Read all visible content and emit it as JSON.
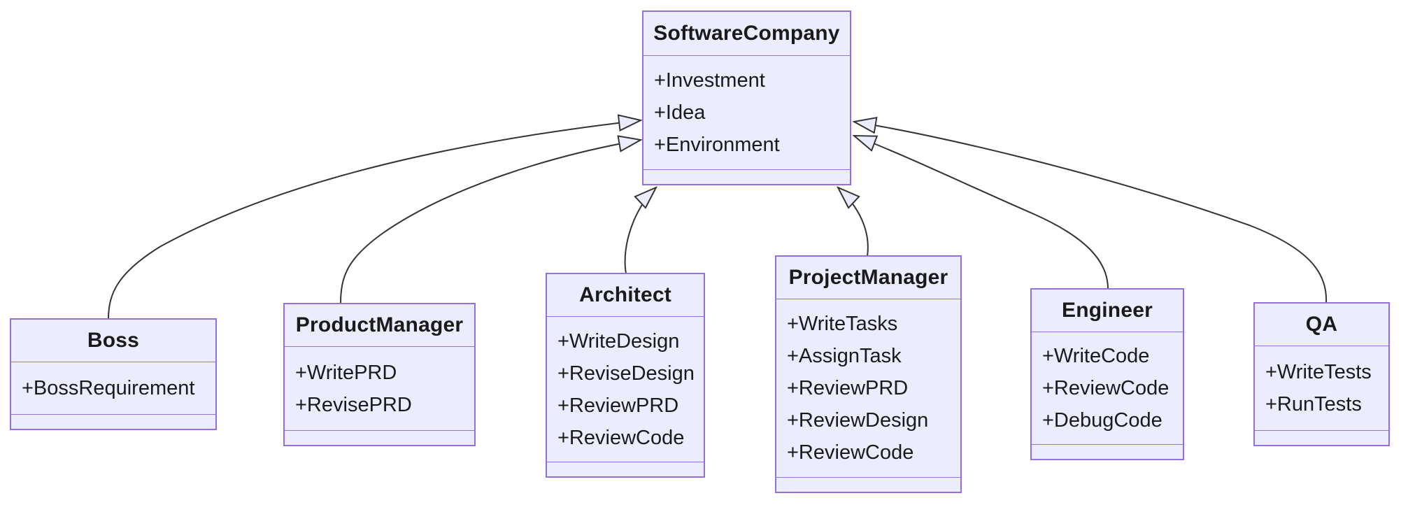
{
  "diagram": {
    "type": "uml-class-diagram",
    "classes": [
      {
        "id": "softwarecompany",
        "name": "SoftwareCompany",
        "attributes": [
          "+Investment",
          "+Idea",
          "+Environment"
        ]
      },
      {
        "id": "boss",
        "name": "Boss",
        "attributes": [
          "+BossRequirement"
        ]
      },
      {
        "id": "productmanager",
        "name": "ProductManager",
        "attributes": [
          "+WritePRD",
          "+RevisePRD"
        ]
      },
      {
        "id": "architect",
        "name": "Architect",
        "attributes": [
          "+WriteDesign",
          "+ReviseDesign",
          "+ReviewPRD",
          "+ReviewCode"
        ]
      },
      {
        "id": "projectmanager",
        "name": "ProjectManager",
        "attributes": [
          "+WriteTasks",
          "+AssignTask",
          "+ReviewPRD",
          "+ReviewDesign",
          "+ReviewCode"
        ]
      },
      {
        "id": "engineer",
        "name": "Engineer",
        "attributes": [
          "+WriteCode",
          "+ReviewCode",
          "+DebugCode"
        ]
      },
      {
        "id": "qa",
        "name": "QA",
        "attributes": [
          "+WriteTests",
          "+RunTests"
        ]
      }
    ],
    "relations": [
      {
        "from": "Boss",
        "to": "SoftwareCompany",
        "type": "inheritance",
        "arrow": "hollow-triangle"
      },
      {
        "from": "ProductManager",
        "to": "SoftwareCompany",
        "type": "inheritance",
        "arrow": "hollow-triangle"
      },
      {
        "from": "Architect",
        "to": "SoftwareCompany",
        "type": "inheritance",
        "arrow": "hollow-triangle"
      },
      {
        "from": "ProjectManager",
        "to": "SoftwareCompany",
        "type": "inheritance",
        "arrow": "hollow-triangle"
      },
      {
        "from": "Engineer",
        "to": "SoftwareCompany",
        "type": "inheritance",
        "arrow": "hollow-triangle"
      },
      {
        "from": "QA",
        "to": "SoftwareCompany",
        "type": "inheritance",
        "arrow": "hollow-triangle"
      }
    ],
    "colors": {
      "node_fill": "#ECECFF",
      "node_border": "#9370DB",
      "edge": "#333333",
      "text": "#1a1a1a",
      "background": "#ffffff"
    }
  }
}
